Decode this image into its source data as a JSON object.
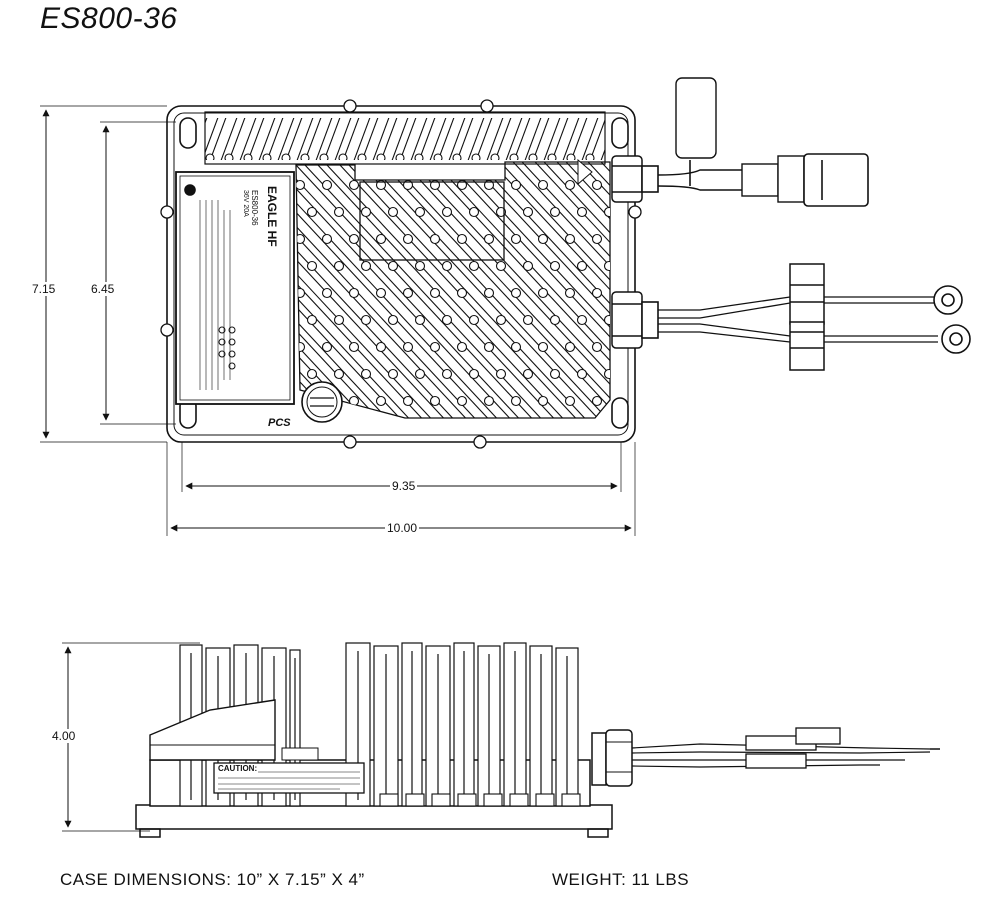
{
  "title": "ES800-36",
  "dimensions": {
    "top_height_outer": "7.15",
    "top_height_inner": "6.45",
    "width_inner": "9.35",
    "width_outer": "10.00",
    "side_height": "4.00"
  },
  "label_plate": {
    "brand": "EAGLE HF",
    "model": "ES800-36",
    "rating": "36V 20A",
    "logo": "PCS"
  },
  "caution_label": "CAUTION:",
  "footer": {
    "case_dimensions": "CASE DIMENSIONS: 10”  X  7.15”  X  4”",
    "weight": "WEIGHT:  11 LBS"
  }
}
